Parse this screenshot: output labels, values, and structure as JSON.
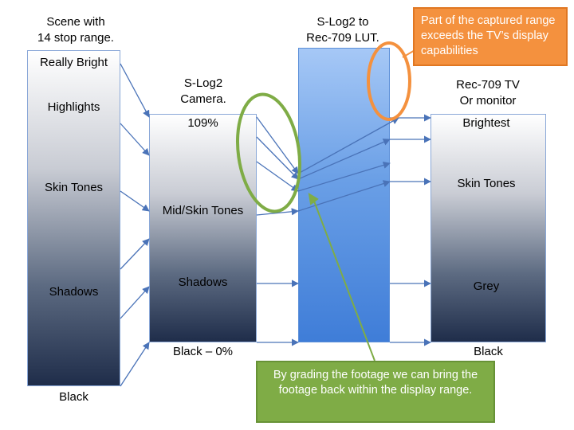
{
  "scene": {
    "title": "Scene with\n14 stop range.",
    "labels": [
      "Really Bright",
      "Highlights",
      "Skin Tones",
      "Shadows",
      "Black"
    ]
  },
  "camera": {
    "title": "S-Log2\nCamera.",
    "labels": [
      "109%",
      "Mid/Skin Tones",
      "Shadows",
      "Black – 0%"
    ]
  },
  "lut": {
    "title": "S-Log2 to\nRec-709 LUT."
  },
  "tv": {
    "title": "Rec-709 TV\nOr monitor",
    "labels": [
      "Brightest",
      "Skin Tones",
      "Grey",
      "Black"
    ]
  },
  "callouts": {
    "orange": "Part of the captured range exceeds the TV’s display capabilities",
    "green": "By grading the footage we can bring the footage back within the display range."
  },
  "colors": {
    "arrow": "#4a73b8",
    "orange": "#f4913e",
    "green": "#7fac46",
    "lut_blue": "#4f8ae0"
  }
}
